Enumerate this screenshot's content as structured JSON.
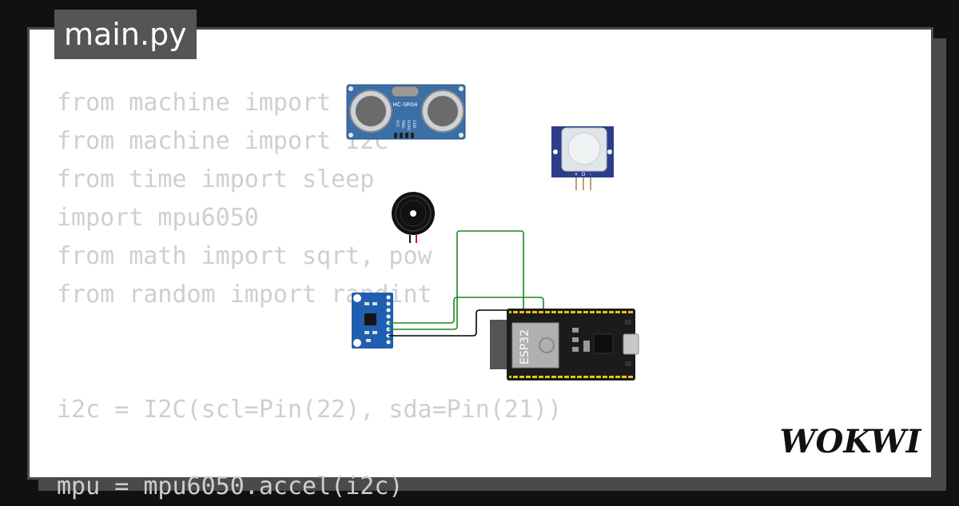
{
  "editor": {
    "file_tab": "main.py",
    "code_lines": [
      "from machine import Pin",
      "from machine import I2C",
      "from time import sleep",
      "import mpu6050",
      "from math import sqrt, pow",
      "from random import randint",
      "",
      "",
      "i2c = I2C(scl=Pin(22), sda=Pin(21))",
      "",
      "mpu = mpu6050.accel(i2c)"
    ]
  },
  "components": {
    "ultrasonic_label": "HC-SR04",
    "ultrasonic_pins": [
      "VCC",
      "TRIG",
      "ECHO",
      "GND"
    ],
    "pir_pins": [
      "+",
      "D",
      "-"
    ],
    "mcu_label": "ESP32"
  },
  "brand": {
    "logo_text": "WOKWI"
  },
  "colors": {
    "background": "#111111",
    "card": "#ffffff",
    "border": "#4a4a4a",
    "code_text": "#cfcfcf",
    "tab": "#555555",
    "wire_signal": "#1a8a1a",
    "wire_ground": "#000000",
    "board_blue": "#3a6fa8"
  }
}
